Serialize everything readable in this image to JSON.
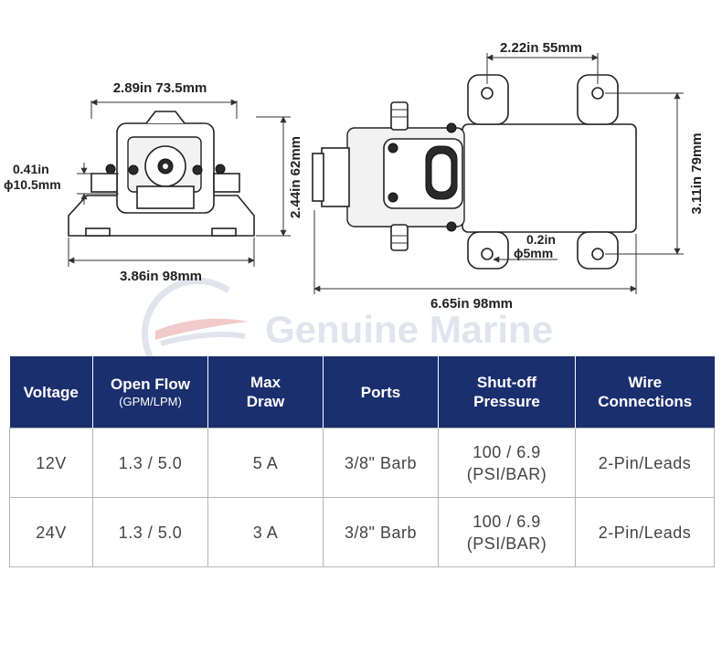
{
  "dimensions": {
    "front_width": "2.89in 73.5mm",
    "port_diameter_in": "0.41in",
    "port_diameter_mm": "ϕ10.5mm",
    "base_width": "3.86in 98mm",
    "front_height": "2.44in 62mm",
    "mount_spacing": "2.22in 55mm",
    "mount_height": "3.11in 79mm",
    "hole_in": "0.2in",
    "hole_mm": "ϕ5mm",
    "total_length": "6.65in 98mm"
  },
  "brand": {
    "name": "Genuine Marine",
    "color": "#1b2f6e",
    "watermark_color": "#c9cfe0"
  },
  "table": {
    "header_bg": "#1b2f6e",
    "headers": [
      {
        "label": "Voltage",
        "sub": ""
      },
      {
        "label": "Open Flow",
        "sub": "(GPM/LPM)"
      },
      {
        "label": "Max Draw",
        "sub": ""
      },
      {
        "label": "Ports",
        "sub": ""
      },
      {
        "label": "Shut-off Pressure",
        "sub": ""
      },
      {
        "label": "Wire Connections",
        "sub": ""
      }
    ],
    "rows": [
      [
        "12V",
        "1.3 / 5.0",
        "5 A",
        "3/8\" Barb",
        [
          "100 / 6.9",
          "(PSI/BAR)"
        ],
        "2-Pin/Leads"
      ],
      [
        "24V",
        "1.3 / 5.0",
        "3 A",
        "3/8\" Barb",
        [
          "100 / 6.9",
          "(PSI/BAR)"
        ],
        "2-Pin/Leads"
      ]
    ]
  }
}
